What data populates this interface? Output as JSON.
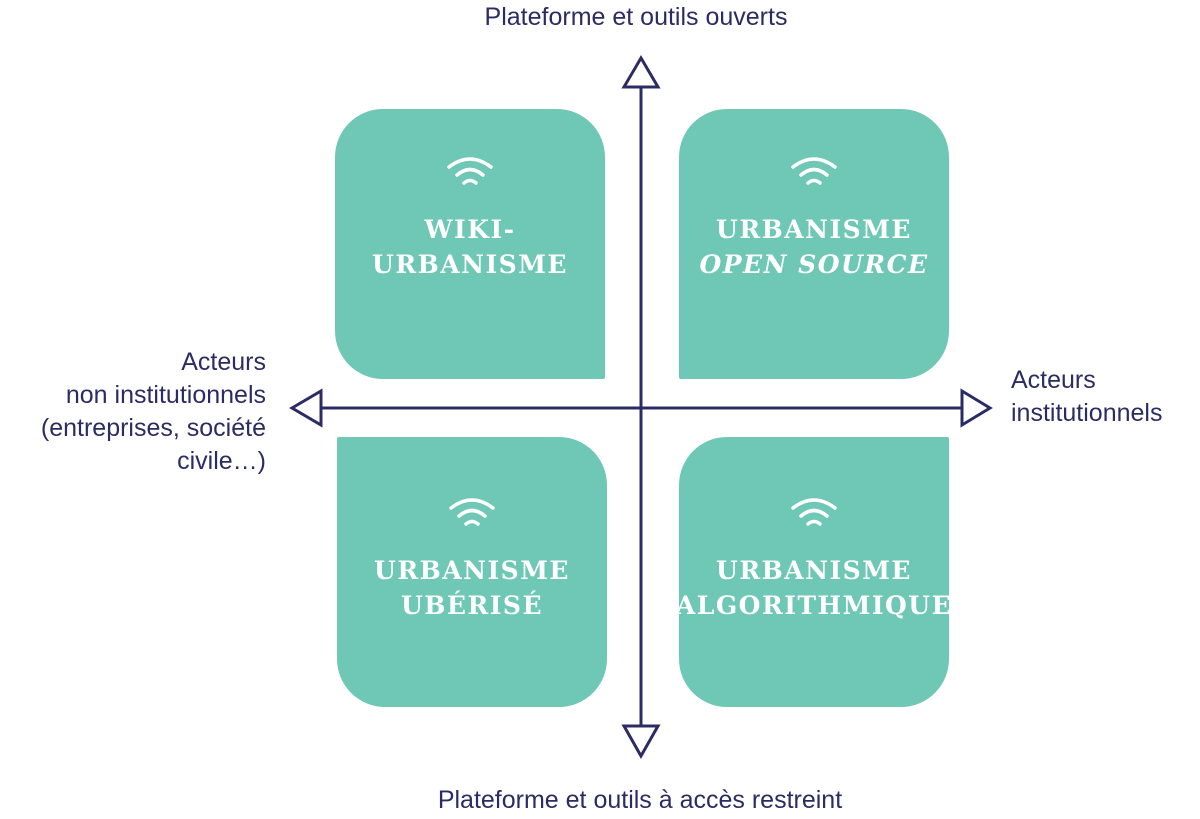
{
  "axes": {
    "top_label": "Plateforme et outils ouverts",
    "bottom_label": "Plateforme et outils à accès restreint",
    "left_label_lines": [
      "Acteurs",
      "non institutionnels",
      "(entreprises, société",
      "civile…)"
    ],
    "right_label_lines": [
      "Acteurs",
      "institutionnels"
    ]
  },
  "quadrants": {
    "top_left": {
      "line1": "WIKI-",
      "line2": "URBANISME"
    },
    "top_right": {
      "line1": "URBANISME",
      "line2": "OPEN SOURCE"
    },
    "bottom_left": {
      "line1": "URBANISME",
      "line2": "UBÉRISÉ"
    },
    "bottom_right": {
      "line1": "URBANISME",
      "line2": "ALGORITHMIQUE"
    }
  },
  "colors": {
    "axis": "#2b2c63",
    "quadrant_fill": "#6fc8b5",
    "quadrant_text": "#ffffff"
  },
  "icons": {
    "quadrant_icon": "wifi-signal-icon",
    "axis_arrow": "hollow-triangle-arrow-icon"
  }
}
